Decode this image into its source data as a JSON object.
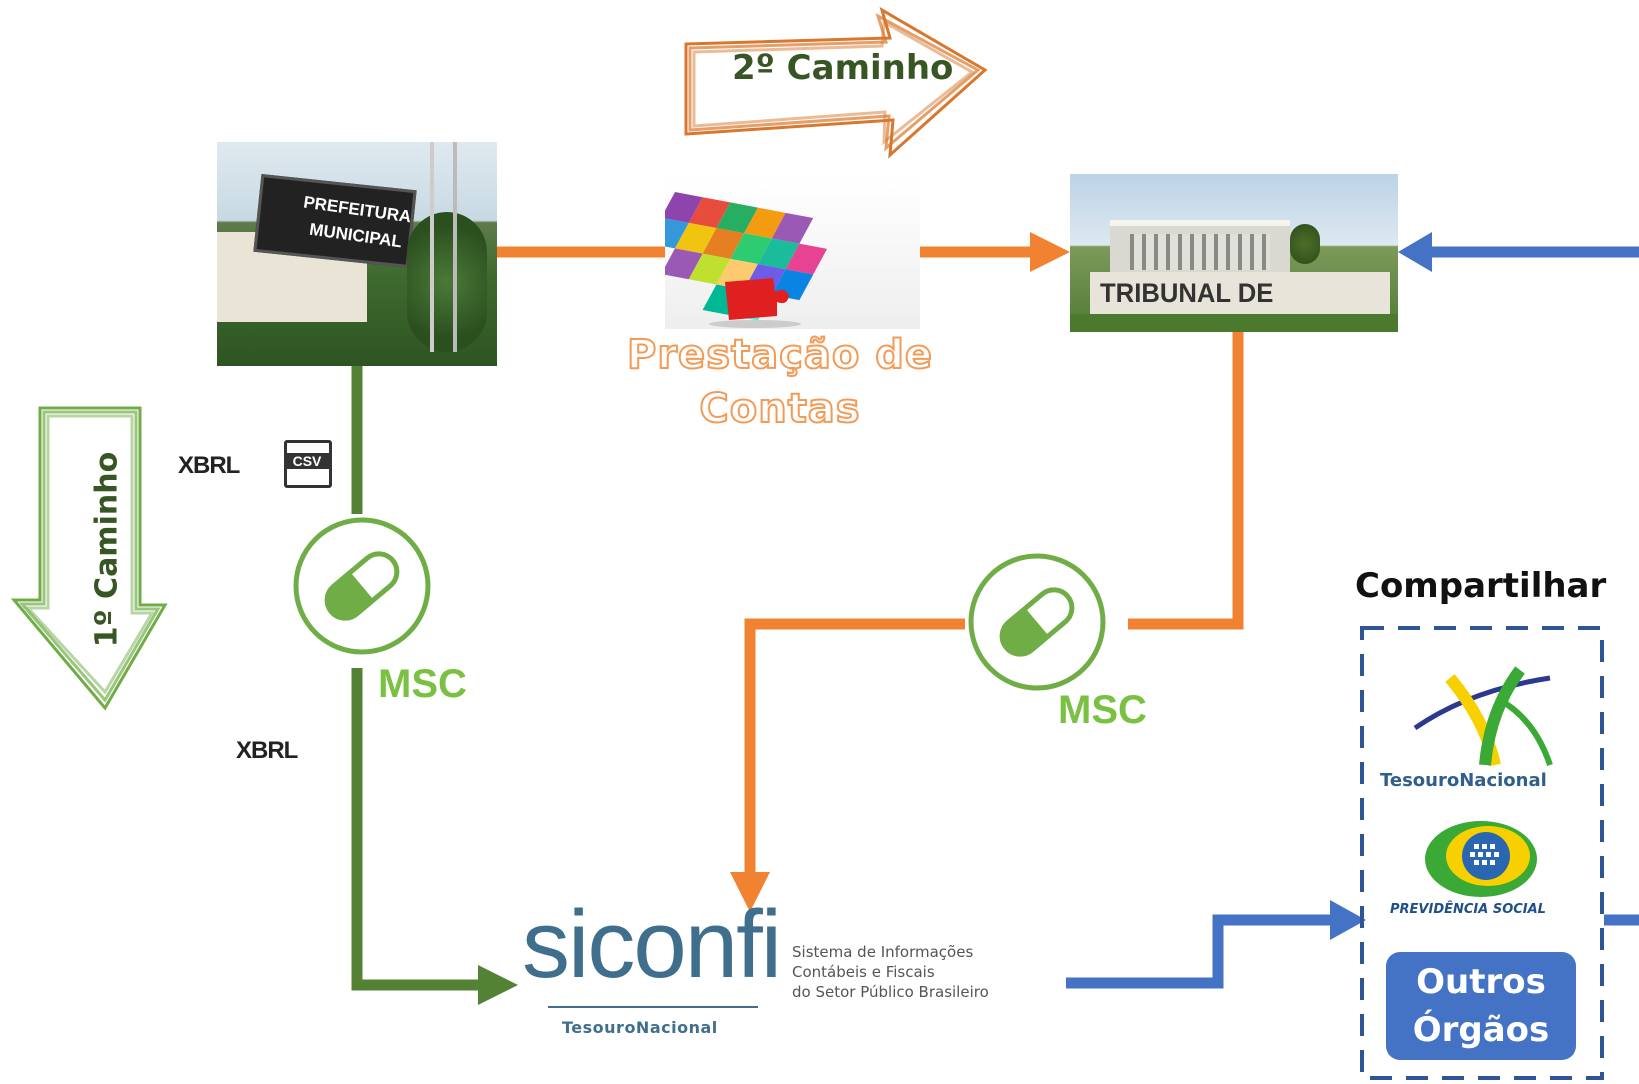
{
  "arrows": {
    "path2_label": "2º Caminho",
    "path1_label": "1º Caminho"
  },
  "nodes": {
    "prefeitura": {
      "sign_line1": "PREFEITURA",
      "sign_line2": "MUNICIPAL"
    },
    "tribunal": {
      "sign": "TRIBUNAL DE CONTAS"
    },
    "prestacao": {
      "line1": "Prestação de",
      "line2": "Contas"
    },
    "msc_left": "MSC",
    "msc_right": "MSC",
    "siconfi": {
      "word": "siconfi",
      "desc_line1": "Sistema de Informações",
      "desc_line2": "Contábeis e Fiscais",
      "desc_line3": "do Setor Público Brasileiro",
      "tesouro": "TesouroNacional"
    },
    "formats": {
      "xbrl1": "XBRL",
      "csv": "CSV",
      "xbrl2": "XBRL"
    }
  },
  "share": {
    "title": "Compartilhar",
    "tesouro": "TesouroNacional",
    "previdencia": "PREVIDÊNCIA SOCIAL",
    "outros_line1": "Outros",
    "outros_line2": "Órgãos"
  },
  "colors": {
    "orange": "#f08232",
    "green": "#548235",
    "light_green": "#7ac143",
    "blue": "#4472c4",
    "dark_blue": "#2f5597"
  }
}
